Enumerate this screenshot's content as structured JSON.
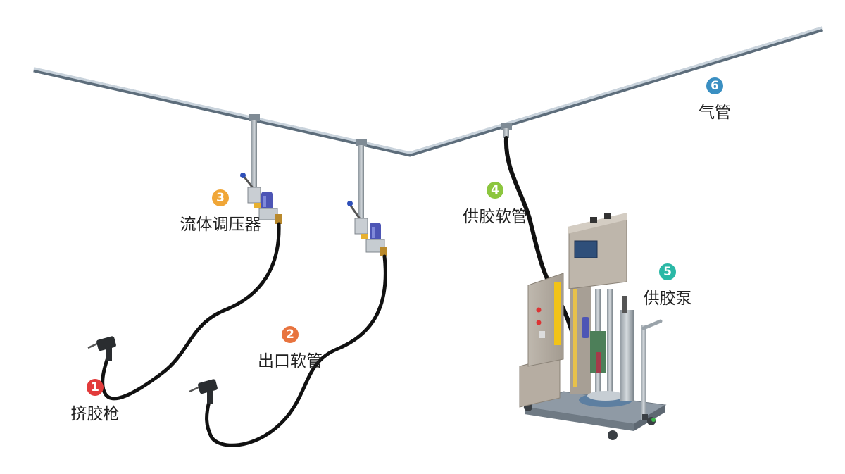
{
  "callouts": [
    {
      "num": "1",
      "label": "挤胶枪",
      "color": "#e23b3b"
    },
    {
      "num": "2",
      "label": "出口软管",
      "color": "#e8743f"
    },
    {
      "num": "3",
      "label": "流体调压器",
      "color": "#f0a637"
    },
    {
      "num": "4",
      "label": "供胶软管",
      "color": "#8cc63e"
    },
    {
      "num": "5",
      "label": "供胶泵",
      "color": "#2ab8a6"
    },
    {
      "num": "6",
      "label": "气管",
      "color": "#3a8fc2"
    }
  ]
}
